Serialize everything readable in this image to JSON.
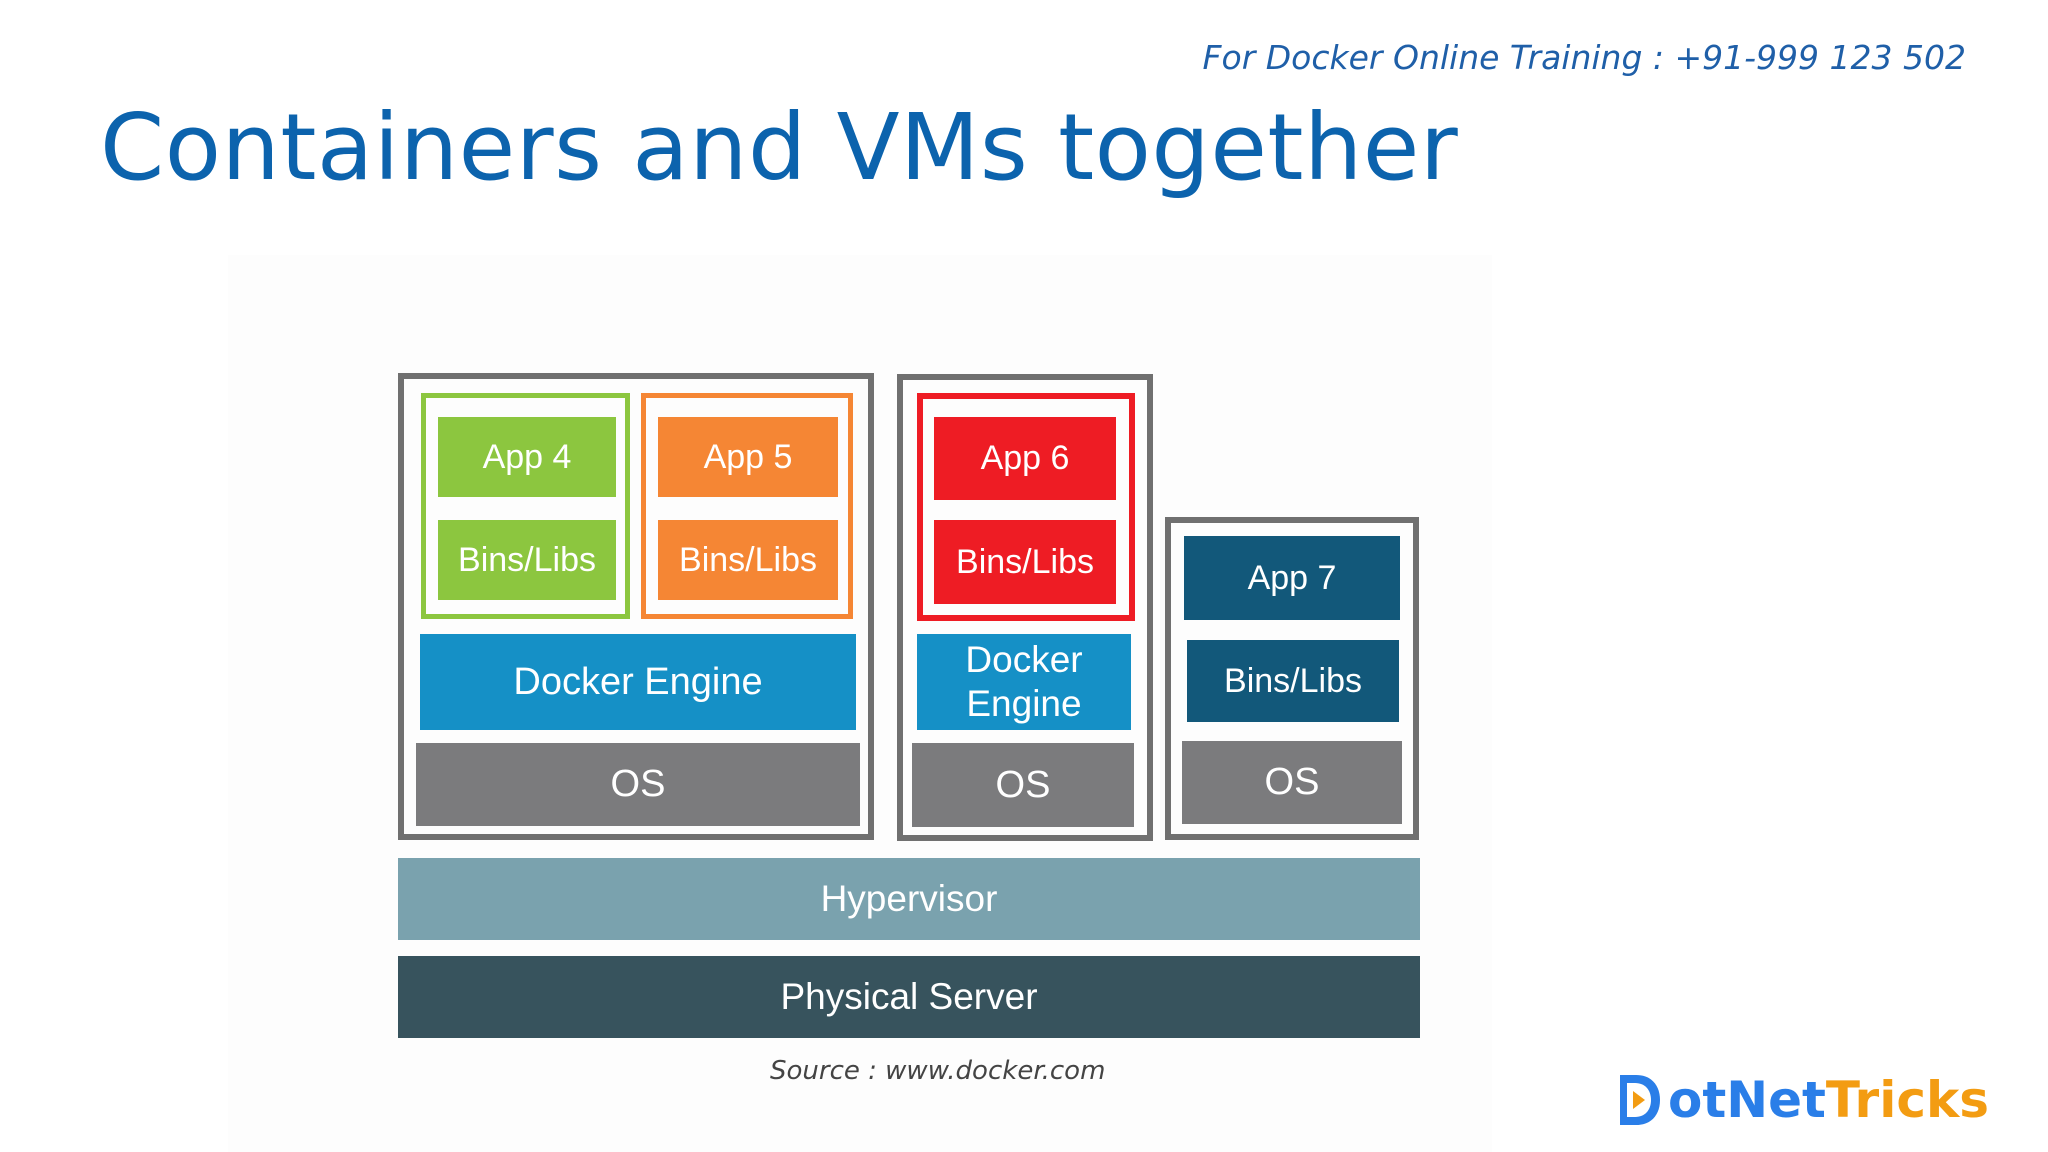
{
  "slide": {
    "promo_text": "For Docker Online Training : +91-999 123 502",
    "title": "Containers and VMs together",
    "source": "Source : www.docker.com"
  },
  "diagram": {
    "vm1": {
      "app4": {
        "app": "App 4",
        "libs": "Bins/Libs"
      },
      "app5": {
        "app": "App 5",
        "libs": "Bins/Libs"
      },
      "engine": "Docker Engine",
      "os": "OS"
    },
    "vm2": {
      "app6": {
        "app": "App 6",
        "libs": "Bins/Libs"
      },
      "engine": "Docker\nEngine",
      "os": "OS"
    },
    "vm3": {
      "app7": {
        "app": "App 7",
        "libs": "Bins/Libs"
      },
      "os": "OS"
    },
    "hypervisor": "Hypervisor",
    "physical_server": "Physical Server"
  },
  "logo": {
    "text_primary": "otNet",
    "text_accent": "Tricks"
  },
  "colors": {
    "title": "#0c63ad",
    "promo": "#1f5fa8",
    "vm_frame": "#707070",
    "app4_green": "#8cc63f",
    "app5_orange": "#f58634",
    "app6_red": "#ee1c24",
    "app7_navy": "#12587a",
    "docker_engine": "#1590c6",
    "os_gray": "#7b7b7d",
    "hypervisor": "#7aa2ae",
    "physical_server": "#37535d",
    "logo_blue": "#2a7ee8",
    "logo_orange": "#f39c12"
  }
}
